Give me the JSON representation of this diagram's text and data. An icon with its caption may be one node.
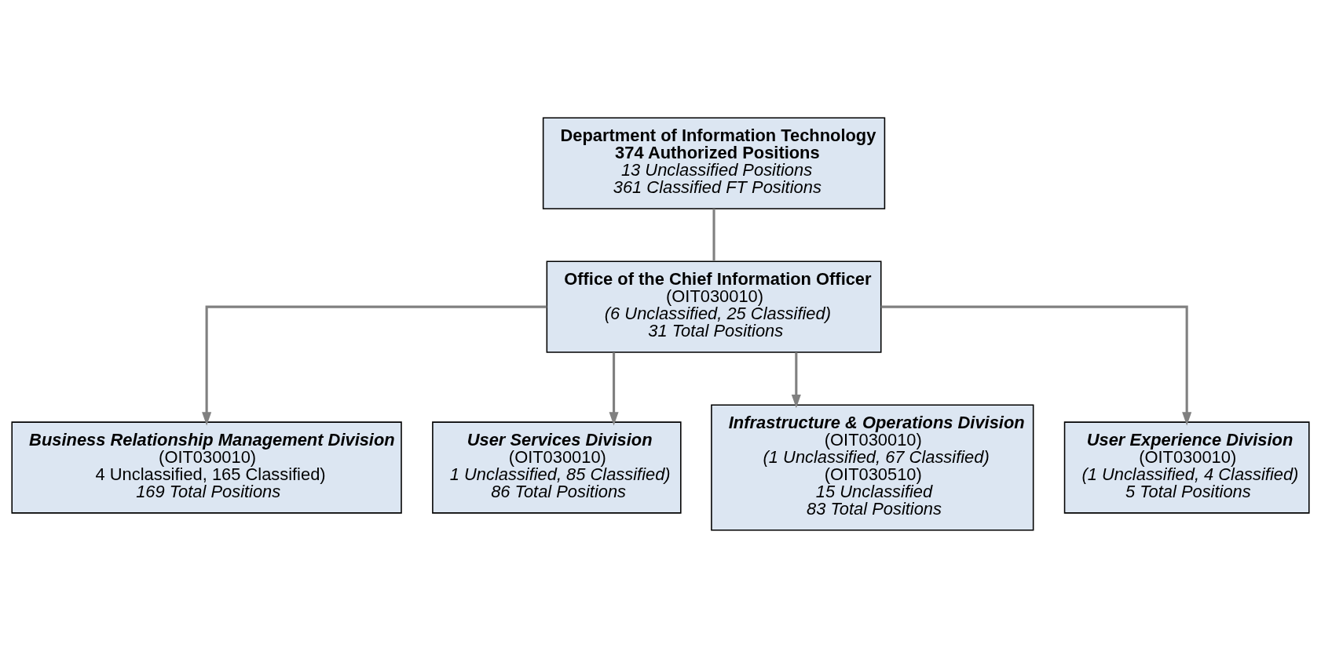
{
  "diagram": {
    "nodes": [
      {
        "text": [
          "Department of Information Technology",
          "374 Authorized Positions",
          "13 Unclassified Positions",
          "361 Classified FT Positions"
        ]
      },
      {
        "text": [
          "Office of the Chief Information Officer",
          "(OIT030010)",
          "(6 Unclassified, 25 Classified)",
          "31 Total Positions"
        ]
      },
      {
        "text": [
          "Business Relationship Management Division",
          "(OIT030010)",
          "4 Unclassified, 165 Classified)",
          "169 Total Positions"
        ]
      },
      {
        "text": [
          "User Services Division",
          "(OIT030010)",
          "1 Unclassified, 85 Classified)",
          "86 Total Positions"
        ]
      },
      {
        "text": [
          "Infrastructure & Operations Division",
          "(OIT030010)",
          "(1 Unclassified, 67 Classified)",
          "(OIT030510)",
          "15 Unclassified",
          "83 Total Positions"
        ]
      },
      {
        "text": [
          "User Experience Division",
          "(OIT030010)",
          "(1 Unclassified, 4 Classified)",
          "5 Total Positions"
        ]
      }
    ],
    "edges": [
      {
        "from": 0,
        "to": 1,
        "arrow": "none"
      },
      {
        "from": 1,
        "to": 2,
        "arrow": "to"
      },
      {
        "from": 1,
        "to": 3,
        "arrow": "to"
      },
      {
        "from": 1,
        "to": 4,
        "arrow": "to"
      },
      {
        "from": 1,
        "to": 5,
        "arrow": "to"
      }
    ]
  }
}
